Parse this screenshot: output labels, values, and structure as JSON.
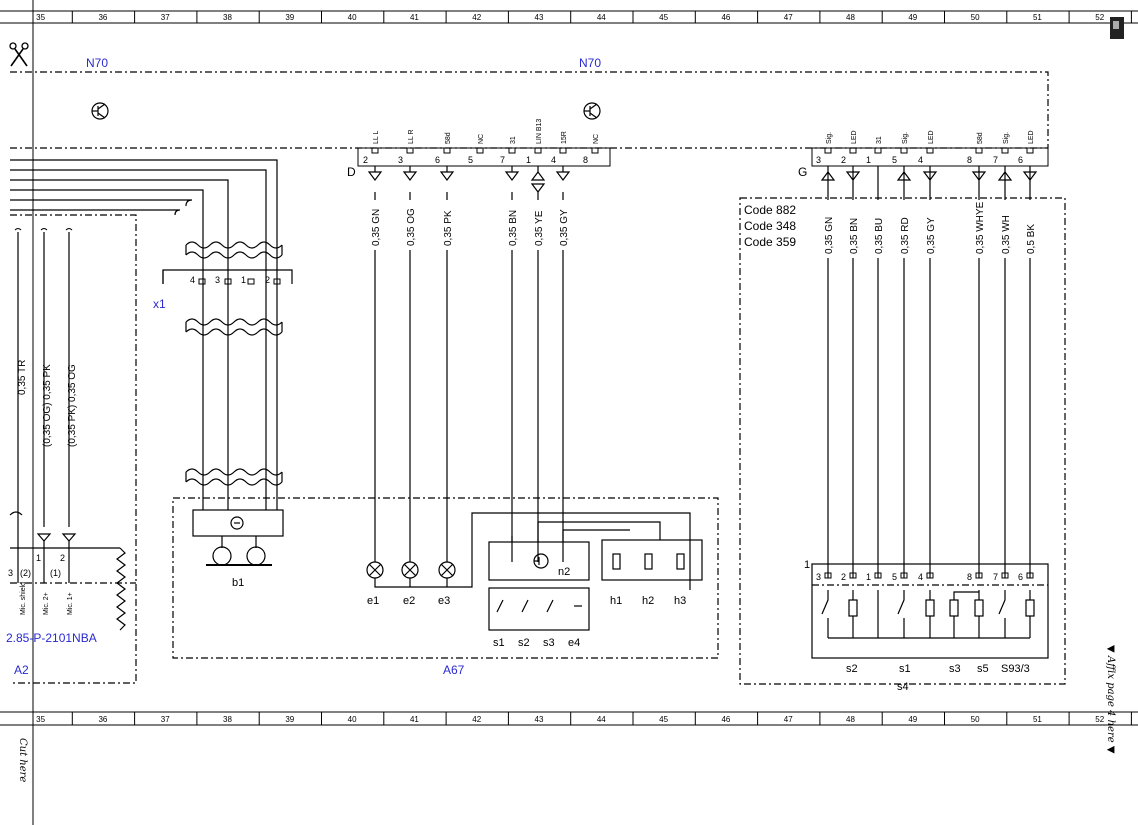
{
  "grid": {
    "columns": [
      "35",
      "36",
      "37",
      "38",
      "39",
      "40",
      "41",
      "42",
      "43",
      "44",
      "45",
      "46",
      "47",
      "48",
      "49",
      "50",
      "51",
      "52"
    ]
  },
  "margin": {
    "cut_here": "Cut here",
    "affix_here": "▼ Affix page 4 here ▼"
  },
  "labels": {
    "n70_left": "N70",
    "n70_right": "N70",
    "x1": "x1",
    "b1": "b1",
    "a67": "A67",
    "a2": "A2",
    "ref_2101": "2.85-P-2101NBA",
    "n2": "n2",
    "connector_d": "D",
    "connector_g": "G",
    "s4": "s4",
    "s4_num": "1",
    "codes": [
      "Code 882",
      "Code 348",
      "Code 359"
    ]
  },
  "left_wires": {
    "wire_labels": [
      "0,35 TR",
      "(0,35 OG) 0,35 PK",
      "(0,35 PK) 0,35 OG"
    ],
    "pins": [
      "3",
      "(2)",
      "1",
      "2",
      "(1)"
    ],
    "pin_labels": [
      "Mic. shield",
      "Mic. 2+",
      "Mic. 1+"
    ]
  },
  "x1_pins": [
    "4",
    "3",
    "1",
    "2"
  ],
  "connector_d": {
    "pins": [
      {
        "num": "2",
        "sig": "LL L",
        "wire": "0,35 GN"
      },
      {
        "num": "3",
        "sig": "LL R",
        "wire": "0,35 OG"
      },
      {
        "num": "6",
        "sig": "58d",
        "wire": "0,35 PK"
      },
      {
        "num": "5",
        "sig": "NC",
        "wire": ""
      },
      {
        "num": "7",
        "sig": "31",
        "wire": "0,35 BN"
      },
      {
        "num": "1",
        "sig": "LIN B13",
        "wire": "0,35 YE"
      },
      {
        "num": "4",
        "sig": "15R",
        "wire": "0,35 GY"
      },
      {
        "num": "8",
        "sig": "NC",
        "wire": ""
      }
    ]
  },
  "connector_g": {
    "pins": [
      {
        "num": "3",
        "sig": "Sig.",
        "wire": "0,35 GN"
      },
      {
        "num": "2",
        "sig": "LED",
        "wire": "0,35 BN"
      },
      {
        "num": "1",
        "sig": "31",
        "wire": "0,35 BU"
      },
      {
        "num": "5",
        "sig": "Sig.",
        "wire": "0,35 RD"
      },
      {
        "num": "4",
        "sig": "LED",
        "wire": "0,35 GY"
      },
      {
        "num": "8",
        "sig": "58d",
        "wire": "0,35 WHYE"
      },
      {
        "num": "7",
        "sig": "Sig.",
        "wire": "0,35 WH"
      },
      {
        "num": "6",
        "sig": "LED",
        "wire": "0,5 BK"
      }
    ]
  },
  "a67": {
    "lamps": [
      "e1",
      "e2",
      "e3"
    ],
    "switches": [
      "s1",
      "s2",
      "s3",
      "e4"
    ],
    "heaters": [
      "h1",
      "h2",
      "h3"
    ]
  },
  "s4": {
    "pins": [
      "3",
      "2",
      "1",
      "5",
      "4",
      "8",
      "7",
      "6"
    ],
    "switch_labels": [
      "s2",
      "s1",
      "s3",
      "s5",
      "S93/3"
    ]
  }
}
